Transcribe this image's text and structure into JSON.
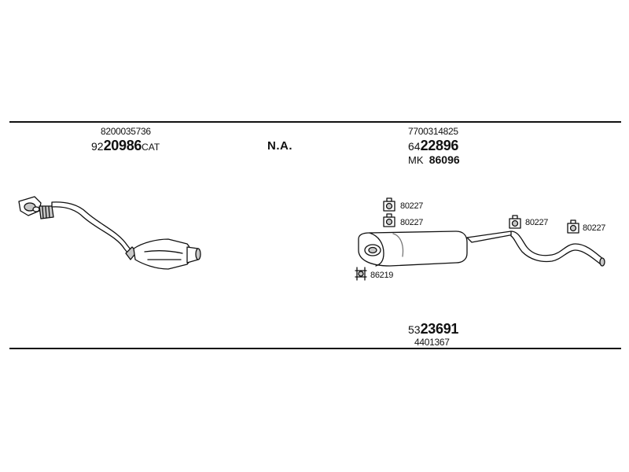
{
  "group1": {
    "oe_number": "8200035736",
    "code_prefix": "92",
    "code_main": "20986",
    "code_suffix": "CAT"
  },
  "group2": {
    "label": "N.A."
  },
  "group3": {
    "oe_number": "7700314825",
    "code_prefix": "64",
    "code_main": "22896",
    "kit_prefix": "MK",
    "kit_number": "86096"
  },
  "group4": {
    "code_prefix": "53",
    "code_main": "23691",
    "oe_number": "4401367"
  },
  "parts": {
    "hanger_a": "80227",
    "hanger_b": "80227",
    "hanger_c": "80227",
    "hanger_d": "80227",
    "clamp": "86219"
  },
  "colors": {
    "line": "#111111",
    "fill": "#ffffff",
    "shade": "#c8c8c8"
  }
}
